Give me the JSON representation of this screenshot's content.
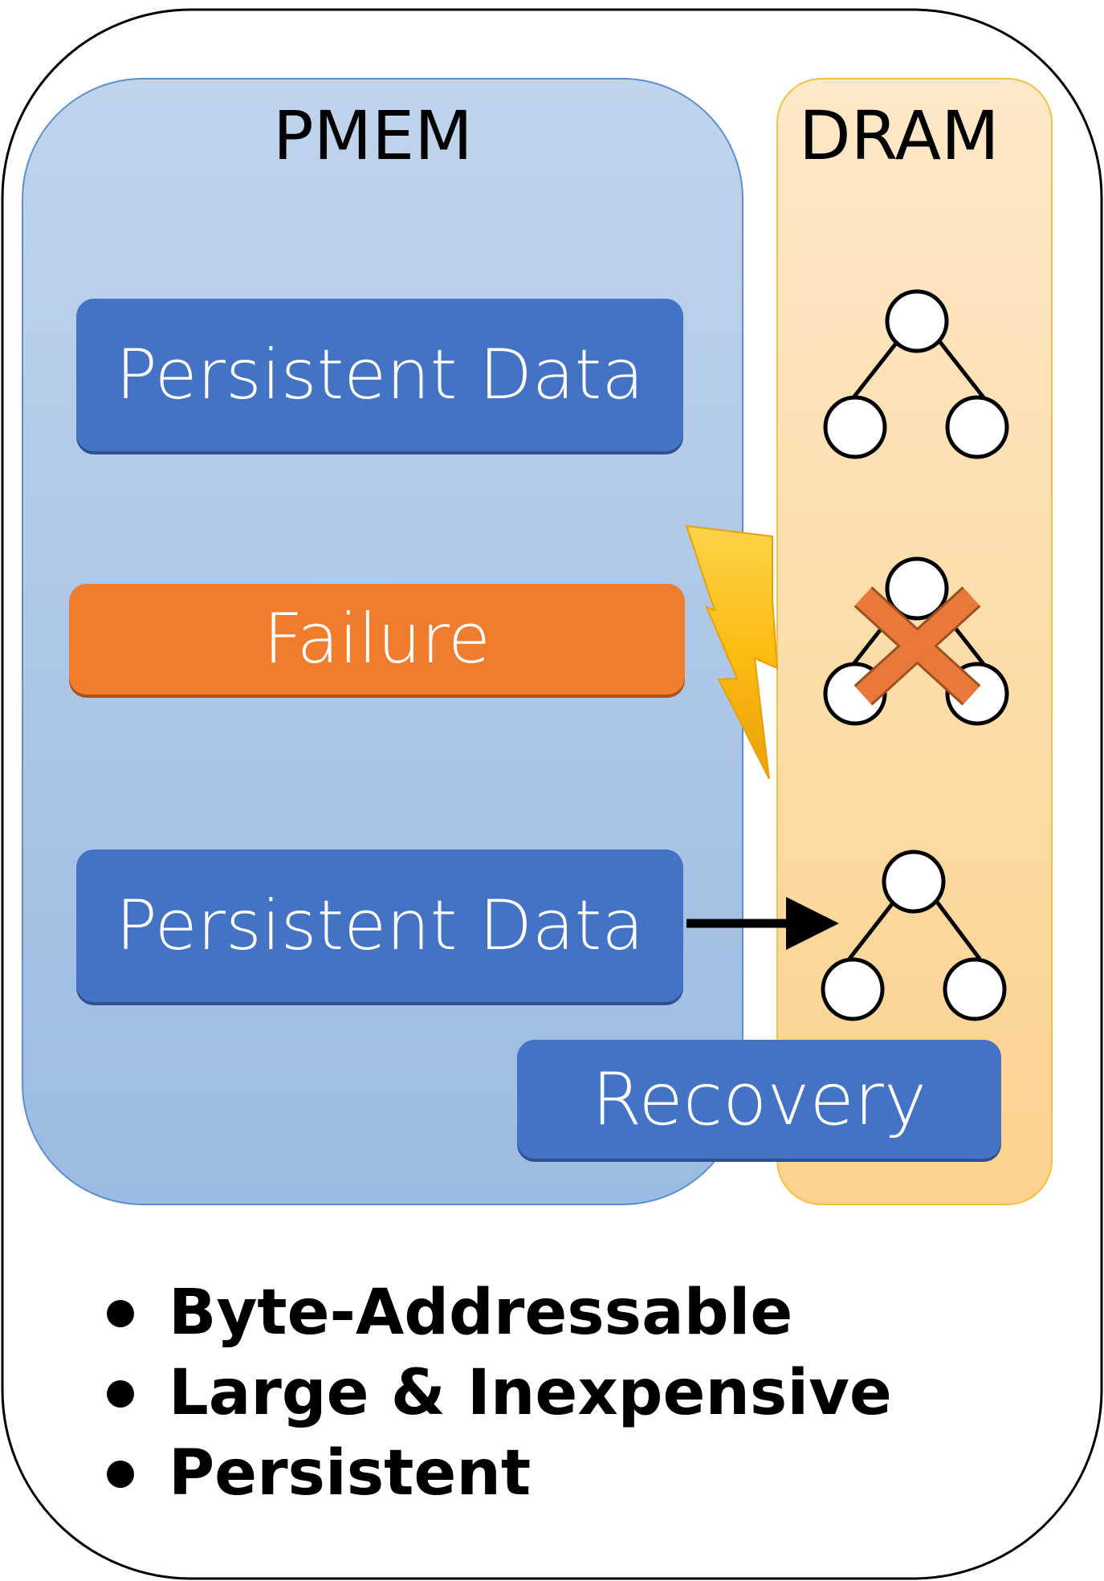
{
  "pmem": {
    "title": "PMEM"
  },
  "dram": {
    "title": "DRAM"
  },
  "blocks": {
    "persistent_top": "Persistent Data",
    "failure": "Failure",
    "persistent_bottom": "Persistent Data",
    "recovery": "Recovery"
  },
  "bullets": [
    "Byte-Addressable",
    "Large & Inexpensive",
    "Persistent"
  ],
  "colors": {
    "pmem_fill": "#a9c4e8",
    "dram_fill": "#fde3b8",
    "block_blue": "#4472c4",
    "failure_orange": "#f07c2d",
    "lightning": "#fcc321",
    "cross": "#e8793b"
  }
}
